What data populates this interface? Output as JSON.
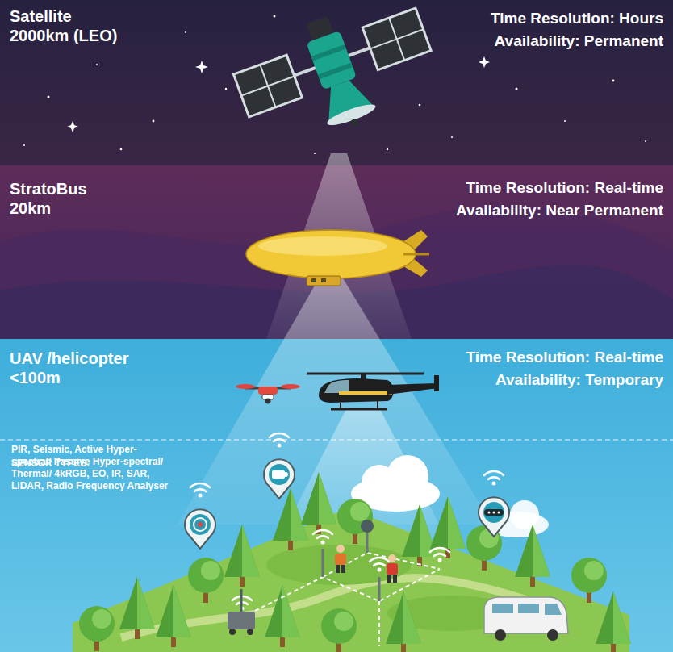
{
  "diagram": {
    "nodes": [
      {
        "text": [
          "Satellite 2000km (LEO)",
          "Time Resolution: Hours",
          "Availability: Permanent"
        ]
      },
      {
        "text": [
          "StratoBus 20km",
          "Time Resolution: Real-time",
          "Availability: Near Permanent"
        ]
      },
      {
        "text": [
          "UAV /helicopter <100m",
          "Time Resolution: Real-time",
          "Availability: Temporary"
        ]
      },
      {
        "text": [
          "SENSOR TYPES:",
          "PIR, Seismic, Active Hyper-spectral/ Passive Hyper-spectral/ Thermal/ 4kRGB, EO, IR, SAR, LiDAR, Radio Frequency Analyser"
        ]
      }
    ]
  }
}
